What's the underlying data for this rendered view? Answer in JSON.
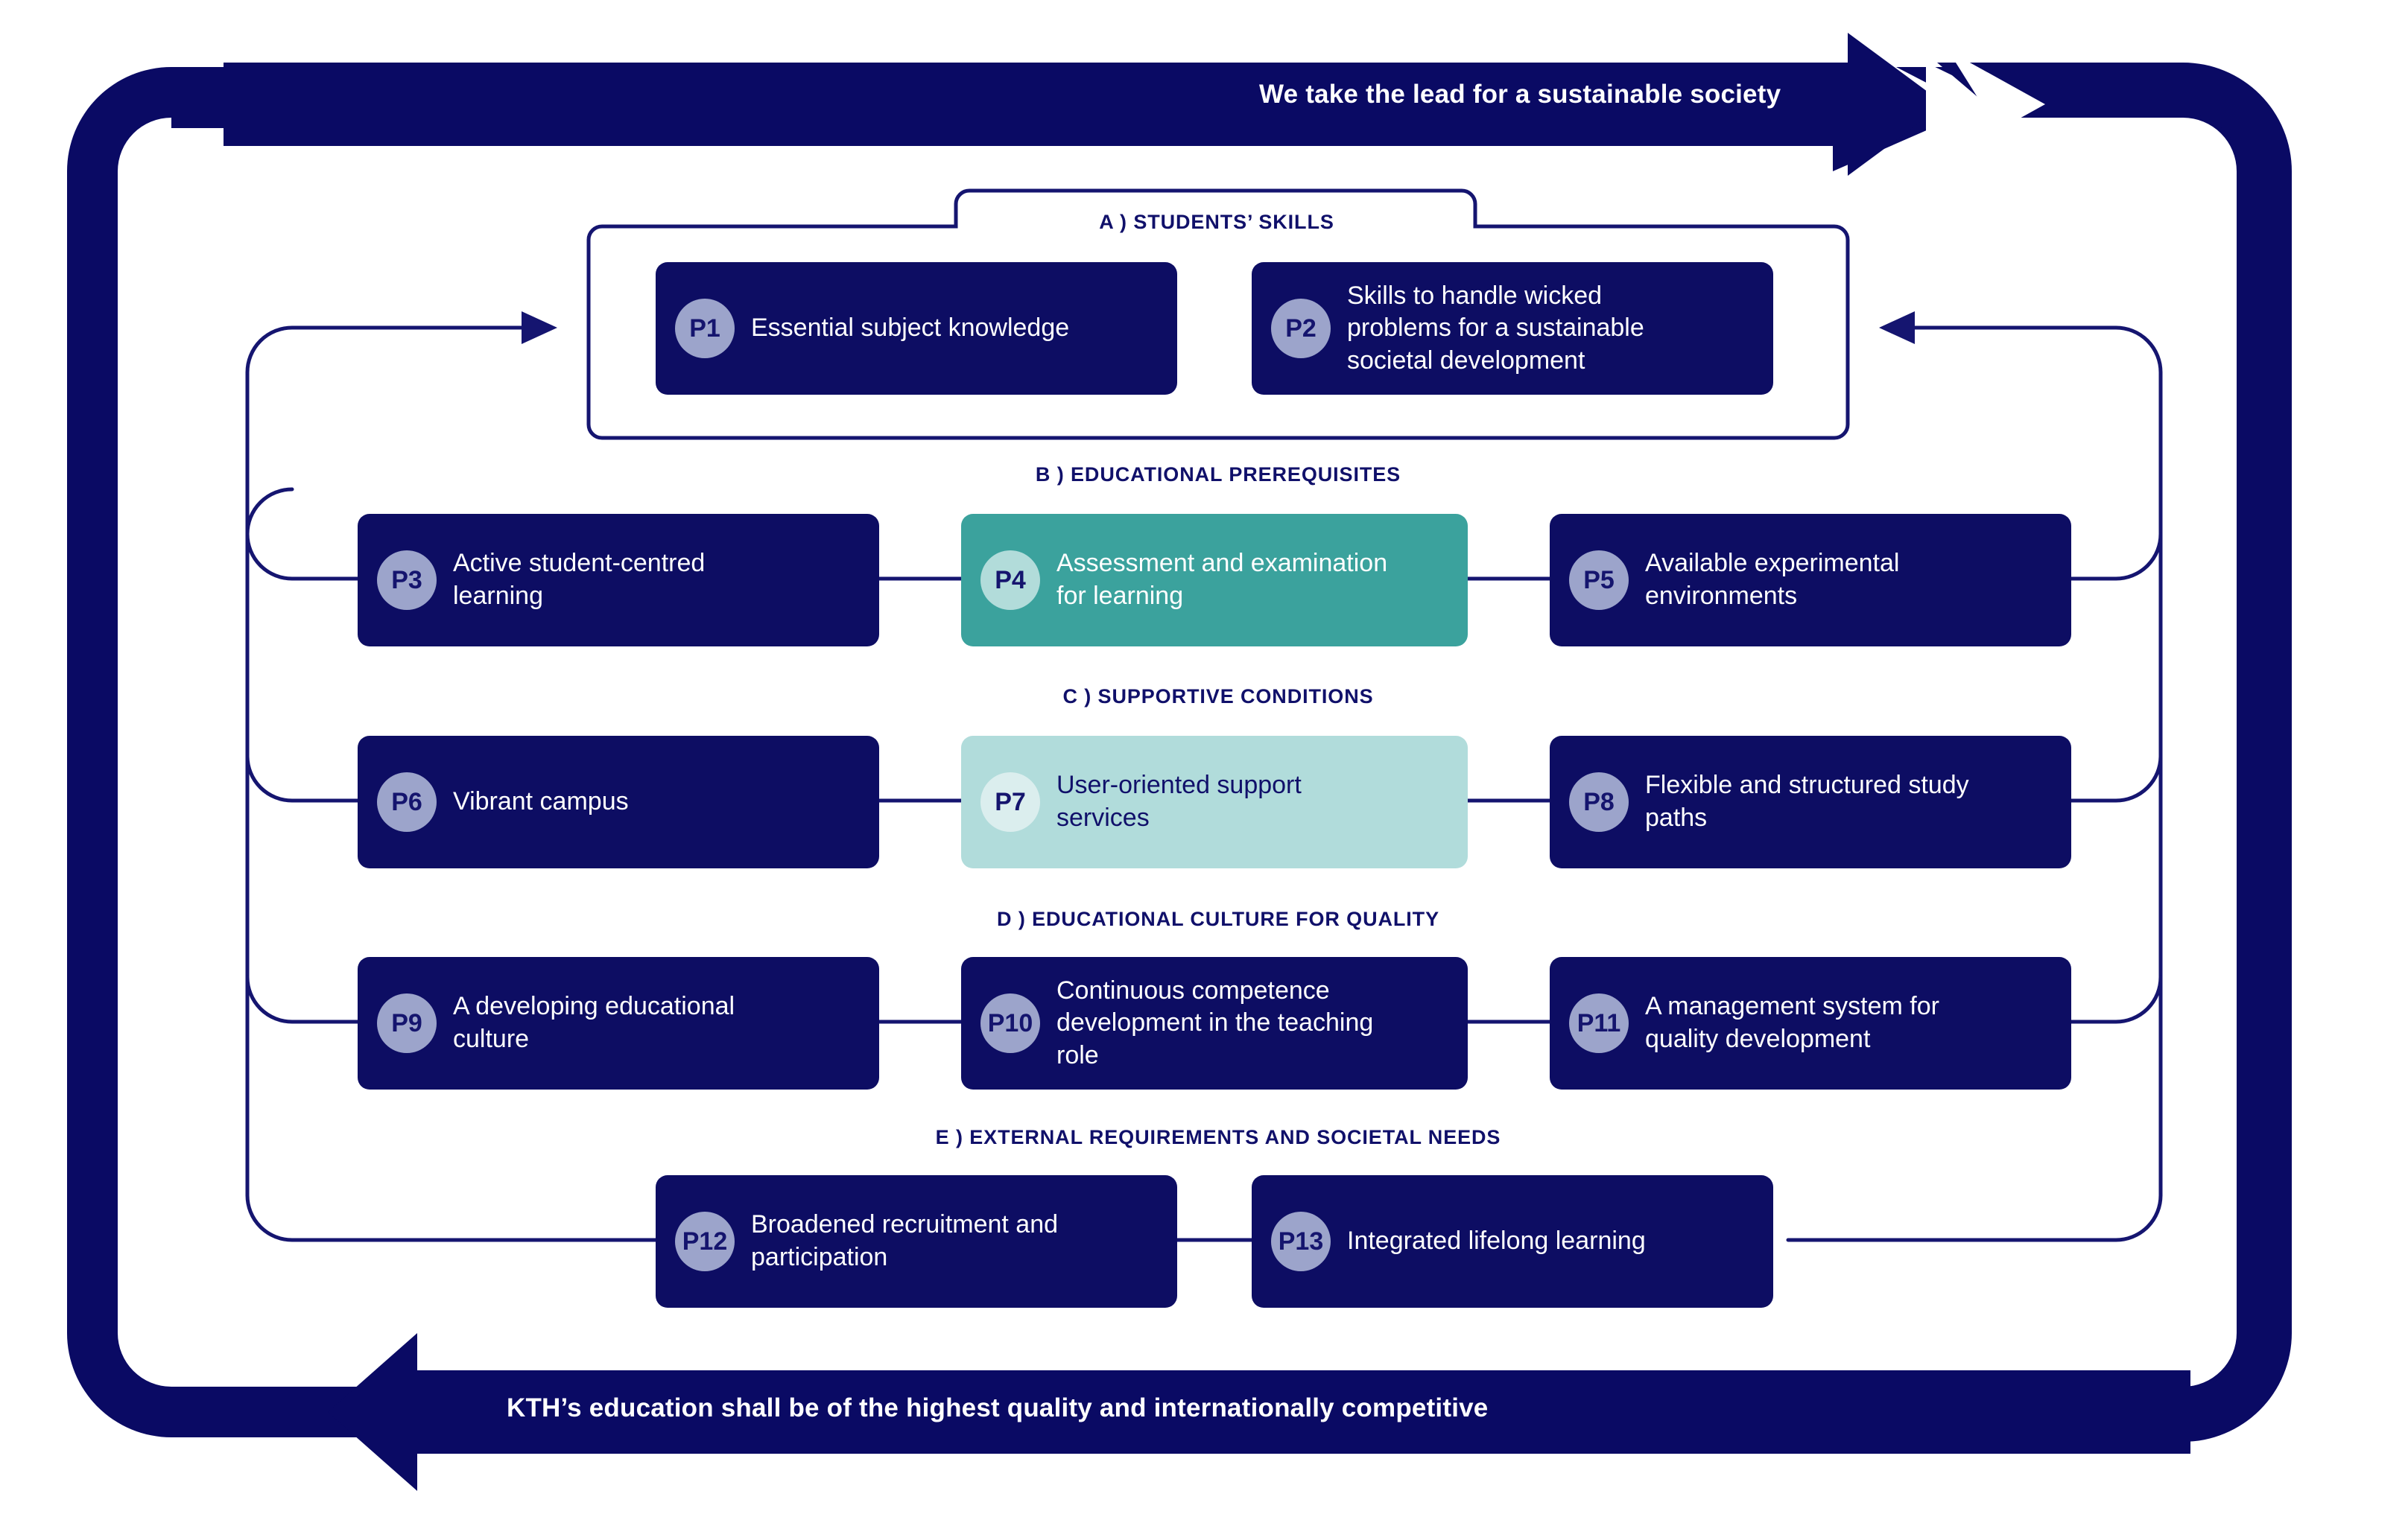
{
  "theme": {
    "navy": "#0D0D63",
    "frame_navy": "#0A0A64",
    "line_navy": "#151570",
    "teal": "#3BA29D",
    "light_teal": "#B1DCDB",
    "badge_periwinkle": "#9CA4CB",
    "badge_teal": "#B2DCDA",
    "badge_pale_teal": "#DBEEEE",
    "text_on_dark": "#FFFFFF",
    "text_navy": "#10106A",
    "background": "#FFFFFF"
  },
  "banner": {
    "top_arrow_text": "We take the lead for a sustainable society",
    "bottom_arrow_text": "KTH’s education shall be of the highest quality and internationally competitive"
  },
  "groups": [
    {
      "id": "A",
      "title": "A ) STUDENTS’ SKILLS"
    },
    {
      "id": "B",
      "title": "B ) EDUCATIONAL PREREQUISITES"
    },
    {
      "id": "C",
      "title": "C ) SUPPORTIVE CONDITIONS"
    },
    {
      "id": "D",
      "title": "D ) EDUCATIONAL CULTURE FOR QUALITY"
    },
    {
      "id": "E",
      "title": "E ) EXTERNAL REQUIREMENTS AND SOCIETAL NEEDS"
    }
  ],
  "principles": [
    {
      "code": "P1",
      "label": "Essential subject knowledge",
      "group": "A",
      "style": "navy"
    },
    {
      "code": "P2",
      "label": "Skills to handle wicked problems for a sustainable societal development",
      "group": "A",
      "style": "navy"
    },
    {
      "code": "P3",
      "label": "Active student-centred learning",
      "group": "B",
      "style": "navy"
    },
    {
      "code": "P4",
      "label": "Assessment and examination for learning",
      "group": "B",
      "style": "teal"
    },
    {
      "code": "P5",
      "label": "Available experimental environments",
      "group": "B",
      "style": "navy"
    },
    {
      "code": "P6",
      "label": "Vibrant campus",
      "group": "C",
      "style": "navy"
    },
    {
      "code": "P7",
      "label": "User-oriented support services",
      "group": "C",
      "style": "lightteal"
    },
    {
      "code": "P8",
      "label": "Flexible and structured study paths",
      "group": "C",
      "style": "navy"
    },
    {
      "code": "P9",
      "label": "A developing educational culture",
      "group": "D",
      "style": "navy"
    },
    {
      "code": "P10",
      "label": "Continuous competence development in the teaching role",
      "group": "D",
      "style": "navy"
    },
    {
      "code": "P11",
      "label": "A management system for quality development",
      "group": "D",
      "style": "navy"
    },
    {
      "code": "P12",
      "label": "Broadened recruitment and participation",
      "group": "E",
      "style": "navy"
    },
    {
      "code": "P13",
      "label": "Integrated lifelong learning",
      "group": "E",
      "style": "navy"
    }
  ]
}
